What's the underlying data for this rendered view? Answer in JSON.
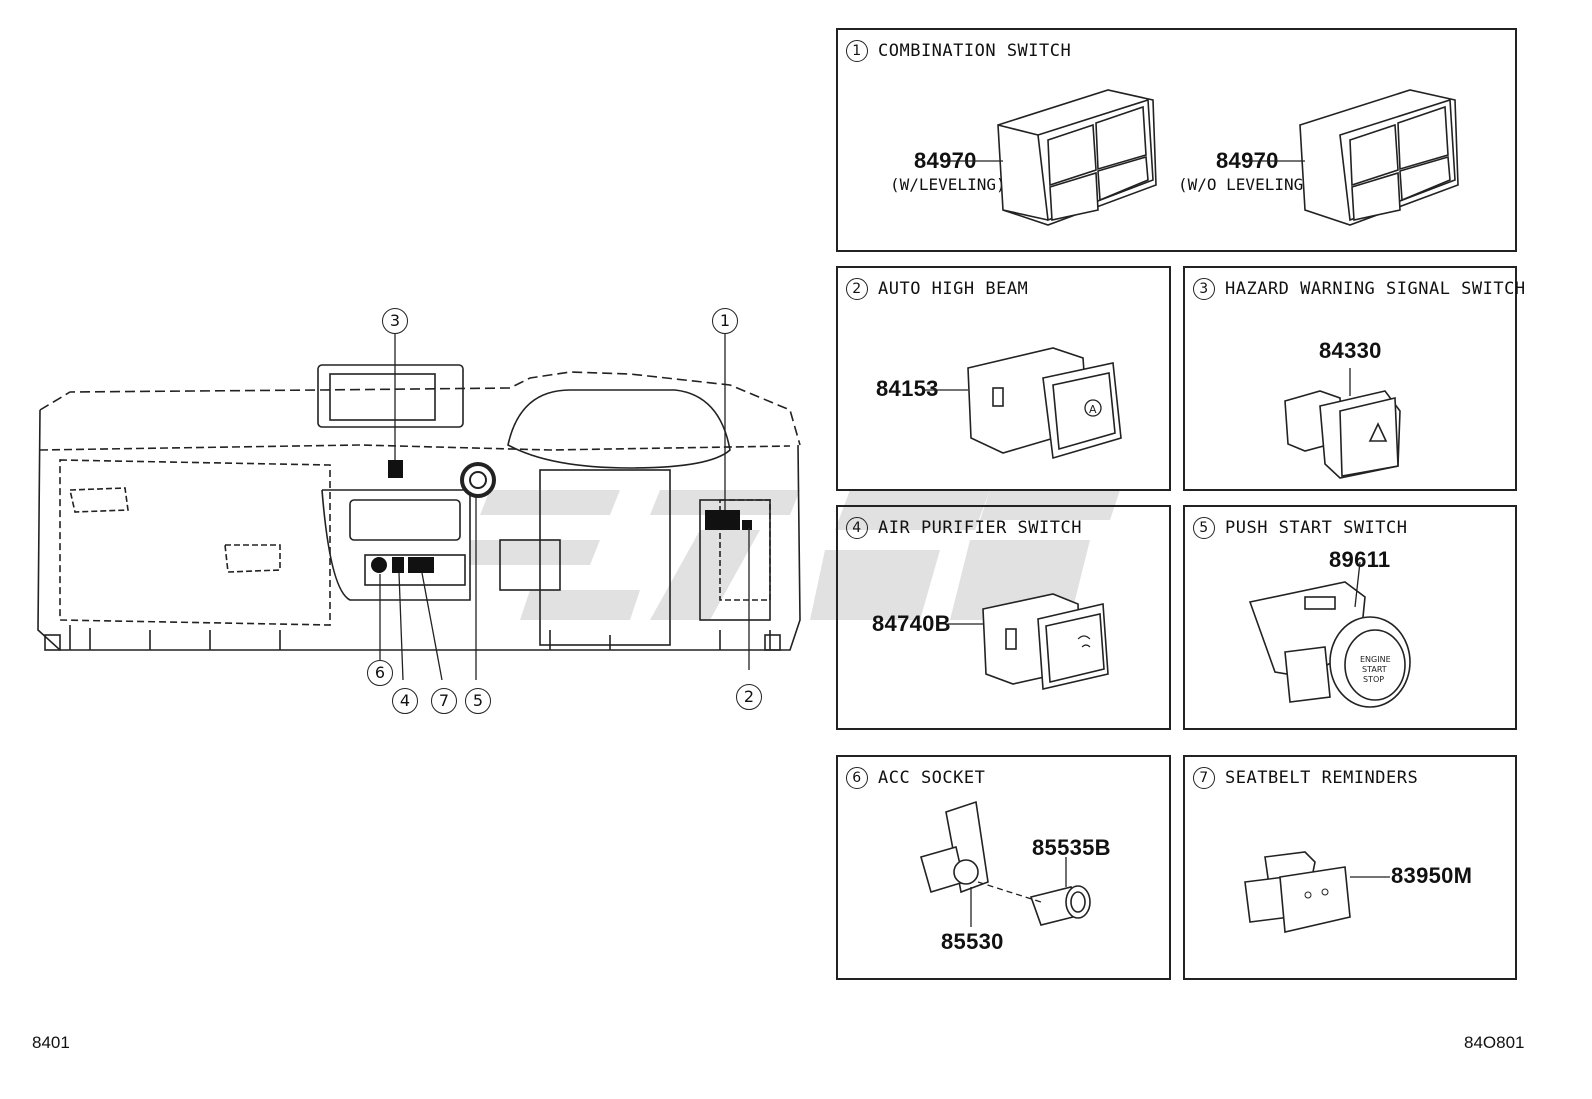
{
  "callouts": [
    "1",
    "2",
    "3",
    "4",
    "5",
    "6",
    "7"
  ],
  "panels": {
    "p1": {
      "num": "1",
      "title": "COMBINATION SWITCH",
      "part_a": "84970",
      "note_a": "(W/LEVELING)",
      "part_b": "84970",
      "note_b": "(W/O LEVELING)"
    },
    "p2": {
      "num": "2",
      "title": "AUTO HIGH BEAM",
      "part": "84153"
    },
    "p3": {
      "num": "3",
      "title": "HAZARD WARNING SIGNAL SWITCH",
      "part": "84330"
    },
    "p4": {
      "num": "4",
      "title": "AIR PURIFIER SWITCH",
      "part": "84740B"
    },
    "p5": {
      "num": "5",
      "title": "PUSH START SWITCH",
      "part": "89611"
    },
    "p6": {
      "num": "6",
      "title": "ACC SOCKET",
      "part_a": "85535B",
      "part_b": "85530"
    },
    "p7": {
      "num": "7",
      "title": "SEATBELT REMINDERS",
      "part": "83950M"
    }
  },
  "footer": {
    "left": "8401",
    "right": "84O801"
  },
  "colors": {
    "line": "#222222",
    "watermark": "#d9d9d9"
  }
}
